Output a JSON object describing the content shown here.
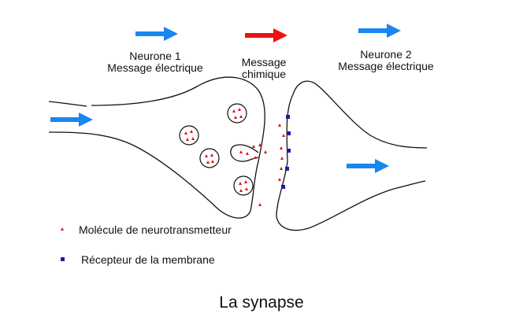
{
  "labels": {
    "neuron1": {
      "title": "Neurone 1",
      "subtitle": "Message électrique"
    },
    "chemical": {
      "line1": "Message",
      "line2": "chimique"
    },
    "neuron2": {
      "title": "Neurone 2",
      "subtitle": "Message électrique"
    }
  },
  "legend": {
    "neurotransmitter": "Molécule de neurotransmetteur",
    "receptor": "Récepteur de la membrane"
  },
  "caption": "La synapse",
  "colors": {
    "electric_arrow": "#1a86f0",
    "chemical_arrow": "#ee1111",
    "neurotransmitter": "#dd1111",
    "receptor": "#1a1aa8",
    "membrane": "#111111"
  },
  "icons": {
    "electric": "arrow-right-icon",
    "chemical": "arrow-right-icon",
    "neurotransmitter": "triangle-icon",
    "receptor": "square-icon"
  }
}
